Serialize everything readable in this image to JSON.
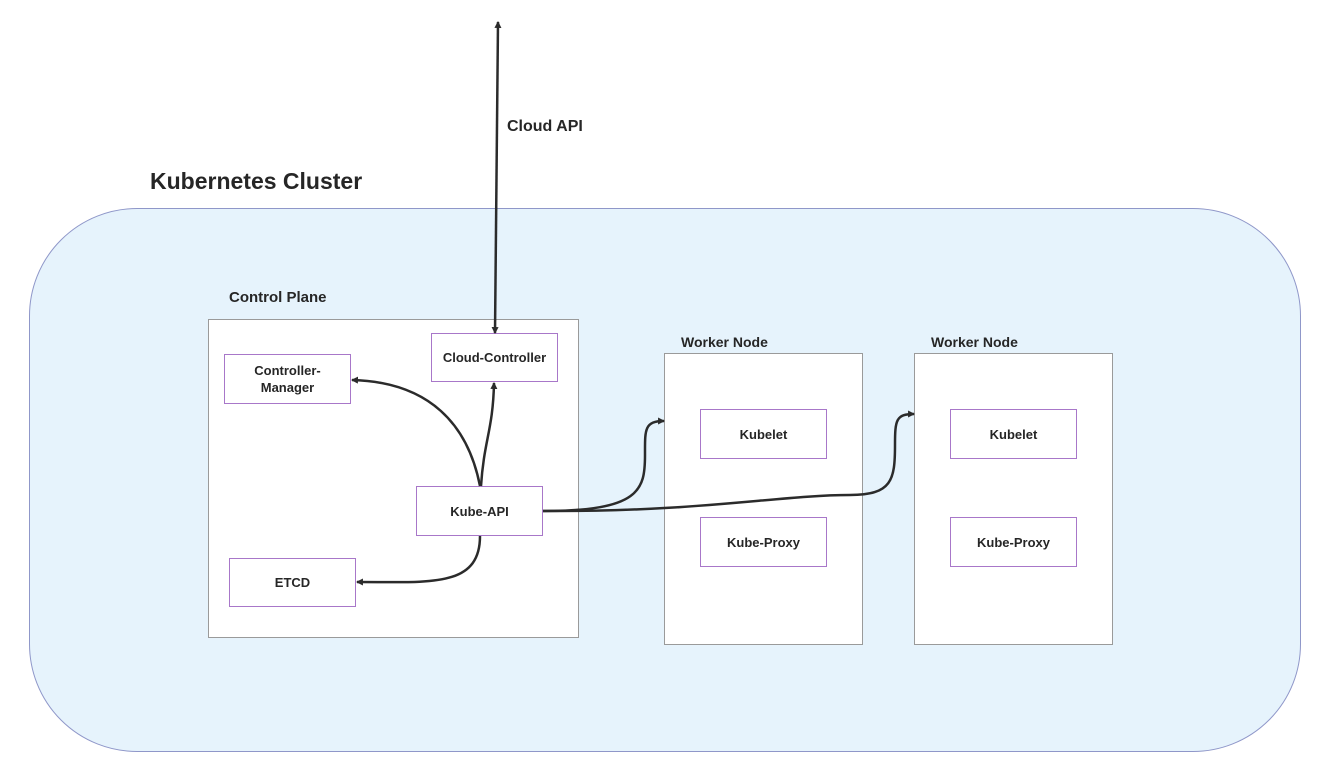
{
  "cluster": {
    "title": "Kubernetes Cluster"
  },
  "control_plane": {
    "label": "Control Plane",
    "components": {
      "controller_manager": "Controller-\nManager",
      "cloud_controller": "Cloud-Controller",
      "kube_api": "Kube-API",
      "etcd": "ETCD"
    }
  },
  "worker_nodes": [
    {
      "label": "Worker Node",
      "kubelet": "Kubelet",
      "kube_proxy": "Kube-Proxy"
    },
    {
      "label": "Worker Node",
      "kubelet": "Kubelet",
      "kube_proxy": "Kube-Proxy"
    }
  ],
  "edges": {
    "cloud_api": "Cloud API"
  },
  "colors": {
    "cluster_fill": "#e6f3fc",
    "cluster_border": "#8f97c9",
    "component_border": "#a877c9",
    "panel_border": "#9a9a9a",
    "arrow": "#2b2b2b"
  }
}
